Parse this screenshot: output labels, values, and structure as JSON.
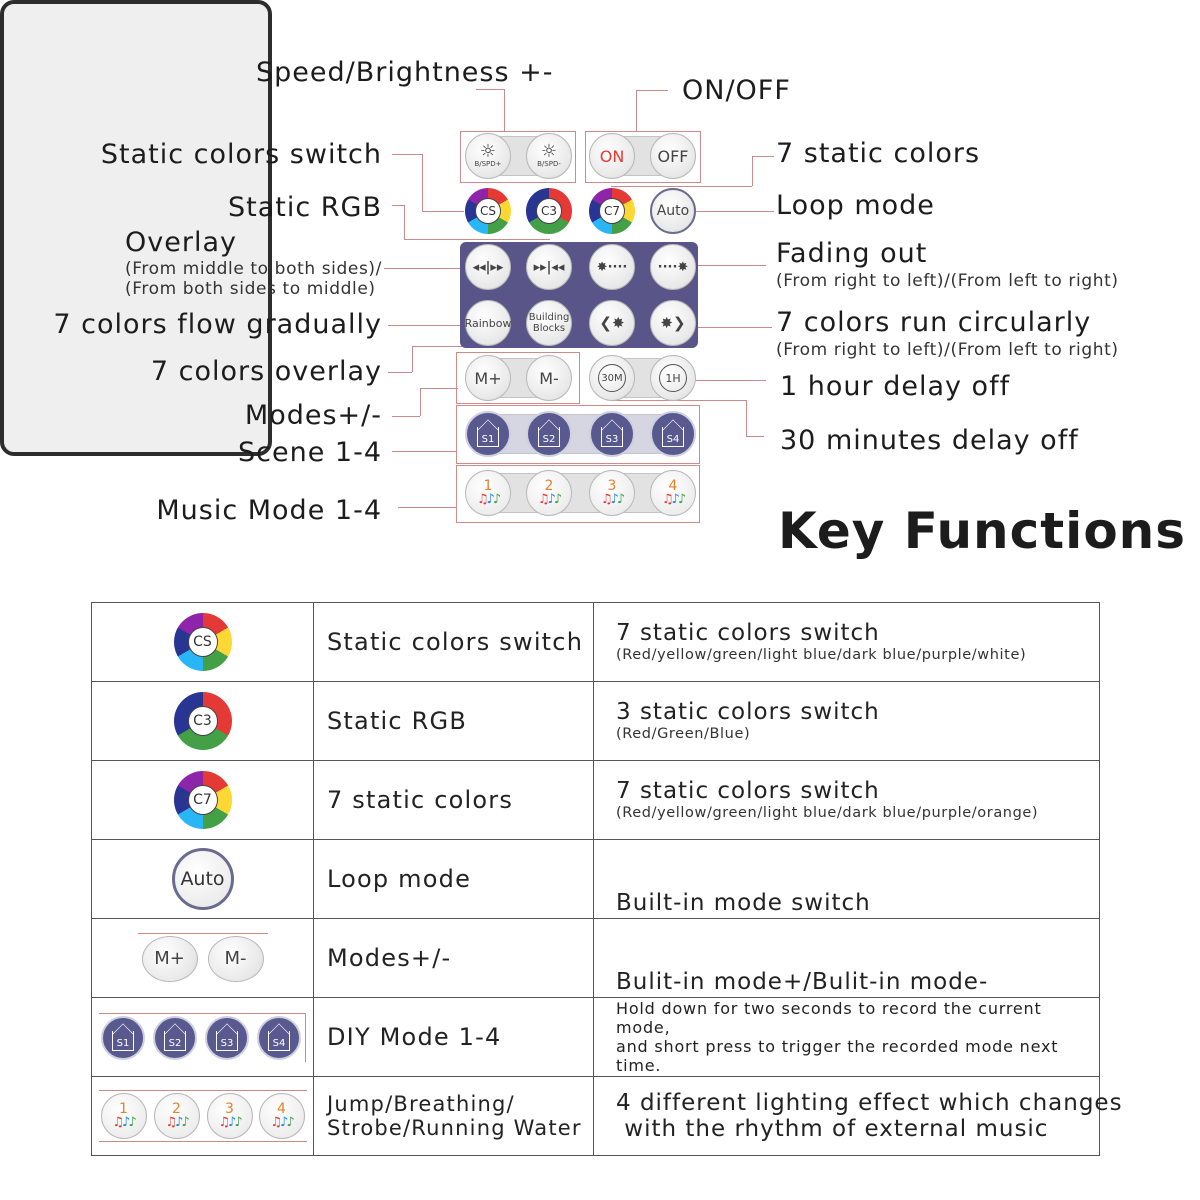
{
  "labels": {
    "speed_brightness": "Speed/Brightness +-",
    "on_off": "ON/OFF",
    "static_colors_switch": "Static colors switch",
    "seven_static_colors": "7 static colors",
    "static_rgb": "Static RGB",
    "loop_mode": "Loop mode",
    "overlay": "Overlay",
    "overlay_sub1": "(From middle to both sides)/",
    "overlay_sub2": "(From both sides to middle)",
    "fading_out": "Fading out",
    "fading_out_sub": "(From right to left)/(From left to right)",
    "flow_gradually": "7 colors flow gradually",
    "run_circularly": "7 colors run circularly",
    "run_circularly_sub": "(From right to left)/(From left to right)",
    "colors_overlay": "7 colors overlay",
    "hour_delay": "1 hour delay off",
    "modes": "Modes+/-",
    "scene": "Scene 1-4",
    "minutes_delay": "30 minutes delay off",
    "music_mode": "Music Mode 1-4"
  },
  "remote": {
    "bspd_plus": "B/SPD+",
    "bspd_minus": "B/SPD-",
    "on": "ON",
    "off": "OFF",
    "cs": "CS",
    "c3": "C3",
    "c7": "C7",
    "auto": "Auto",
    "rainbow": "Rainbow",
    "building_blocks": "Building Blocks",
    "m_plus": "M+",
    "m_minus": "M-",
    "t30": "30M",
    "t1h": "1H",
    "s1": "S1",
    "s2": "S2",
    "s3": "S3",
    "s4": "S4",
    "m1": "1",
    "m2": "2",
    "m3": "3",
    "m4": "4"
  },
  "key_title": "Key Functions",
  "table": {
    "rows": [
      {
        "icon": "cs-button-icon",
        "name": "Static colors switch",
        "desc": "7 static colors switch",
        "desc_sub": "(Red/yellow/green/light blue/dark blue/purple/white)"
      },
      {
        "icon": "c3-button-icon",
        "name": "Static RGB",
        "desc": "3 static colors switch",
        "desc_sub": "(Red/Green/Blue)"
      },
      {
        "icon": "c7-button-icon",
        "name": "7 static colors",
        "desc": "7 static colors switch",
        "desc_sub": "(Red/yellow/green/light blue/dark blue/purple/orange)"
      },
      {
        "icon": "auto-button-icon",
        "name": "Loop mode",
        "desc": "Built-in mode switch",
        "desc_sub": ""
      },
      {
        "icon": "modes-buttons-icon",
        "name": "Modes+/-",
        "desc": "Bulit-in mode+/Bulit-in mode-",
        "desc_sub": ""
      },
      {
        "icon": "diy-buttons-icon",
        "name": "DIY Mode 1-4",
        "desc_line1": "Hold down for two seconds to record the current mode,",
        "desc_line2": "and short press to trigger the recorded mode next time."
      },
      {
        "icon": "music-buttons-icon",
        "name_line1": "Jump/Breathing/",
        "name_line2": "Strobe/Running Water",
        "desc_line1": "4 different lighting effect which changes",
        "desc_line2": " with the rhythm of external music"
      }
    ]
  }
}
